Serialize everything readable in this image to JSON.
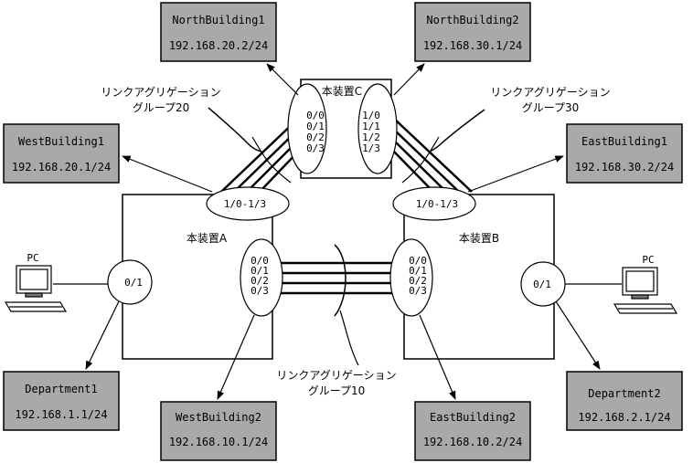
{
  "buildings": {
    "north1": {
      "name": "NorthBuilding1",
      "ip": "192.168.20.2/24"
    },
    "north2": {
      "name": "NorthBuilding2",
      "ip": "192.168.30.1/24"
    },
    "west1": {
      "name": "WestBuilding1",
      "ip": "192.168.20.1/24"
    },
    "east1": {
      "name": "EastBuilding1",
      "ip": "192.168.30.2/24"
    },
    "dept1": {
      "name": "Department1",
      "ip": "192.168.1.1/24"
    },
    "west2": {
      "name": "WestBuilding2",
      "ip": "192.168.10.1/24"
    },
    "east2": {
      "name": "EastBuilding2",
      "ip": "192.168.10.2/24"
    },
    "dept2": {
      "name": "Department2",
      "ip": "192.168.2.1/24"
    }
  },
  "devices": {
    "a": "本装置A",
    "b": "本装置B",
    "c": "本装置C"
  },
  "ports": {
    "c_left": [
      "0/0",
      "0/1",
      "0/2",
      "0/3"
    ],
    "c_right": [
      "1/0",
      "1/1",
      "1/2",
      "1/3"
    ],
    "a_right": [
      "0/0",
      "0/1",
      "0/2",
      "0/3"
    ],
    "b_left": [
      "0/0",
      "0/1",
      "0/2",
      "0/3"
    ],
    "a_top": "1/0-1/3",
    "b_top": "1/0-1/3",
    "a_pc_port": "0/1",
    "b_pc_port": "0/1"
  },
  "pc_label": "PC",
  "groups": {
    "g20": {
      "line1": "リンクアグリゲーション",
      "line2": "グループ20"
    },
    "g30": {
      "line1": "リンクアグリゲーション",
      "line2": "グループ30"
    },
    "g10": {
      "line1": "リンクアグリゲーション",
      "line2": "グループ10"
    }
  }
}
